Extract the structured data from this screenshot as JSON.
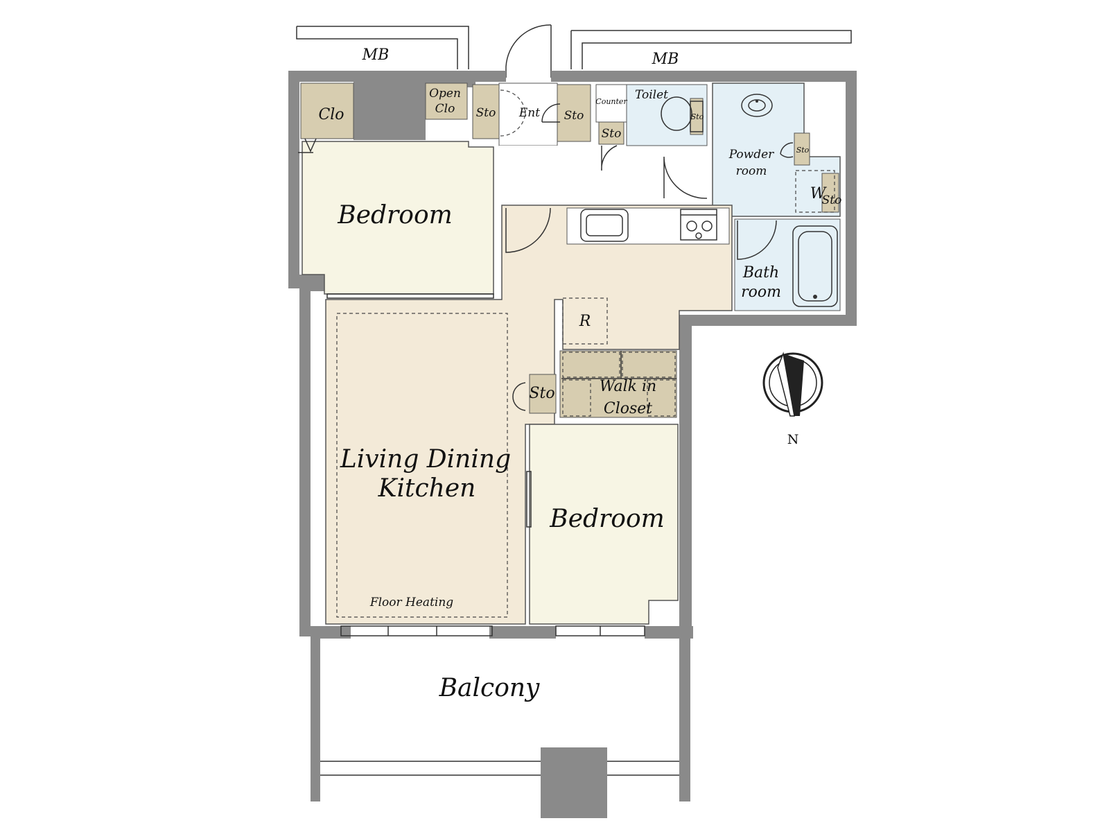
{
  "rooms": {
    "bedroom_north": "Bedroom",
    "bedroom_south": "Bedroom",
    "ldk_line1": "Living Dining",
    "ldk_line2": "Kitchen",
    "floor_heating": "Floor Heating",
    "balcony": "Balcony",
    "toilet": "Toilet",
    "powder_line1": "Powder",
    "powder_line2": "room",
    "bath_line1": "Bath",
    "bath_line2": "room",
    "walkin_line1": "Walk in",
    "walkin_line2": "Closet",
    "entrance": "Ent"
  },
  "storage": {
    "clo": "Clo",
    "open_line1": "Open",
    "open_line2": "Clo",
    "sto": "Sto",
    "refrigerator": "R",
    "washer": "W",
    "counter": "Counter"
  },
  "outside": {
    "mb_left": "MB",
    "mb_right": "MB"
  },
  "compass": {
    "north": "N"
  },
  "colors": {
    "bedroom_fill": "#f7f5e4",
    "ldk_fill": "#f3ead8",
    "wet_fill": "#e4f0f6",
    "storage_fill": "#d7cdb0",
    "wall": "#8a8a8a"
  }
}
